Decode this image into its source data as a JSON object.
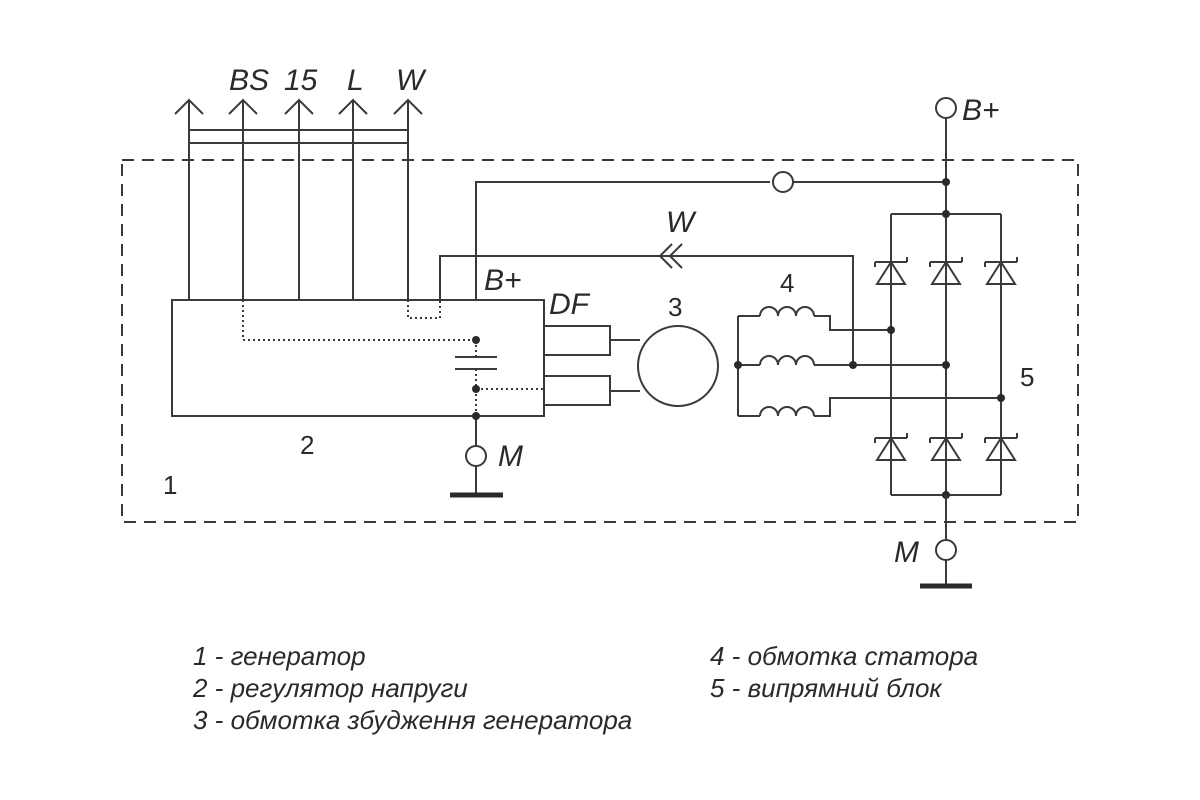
{
  "labels": {
    "bs": "BS",
    "t15": "15",
    "l": "L",
    "w_top": "W",
    "w_mid": "W",
    "bplus_top": "B+",
    "bplus_reg": "B+",
    "df": "DF",
    "m_reg": "M",
    "m_rect": "M"
  },
  "numbers": {
    "n1": "1",
    "n2": "2",
    "n3": "3",
    "n4": "4",
    "n5": "5"
  },
  "legend": {
    "left": [
      "1 - генератор",
      "2 - регулятор напруги",
      "3 - обмотка збудження генератора"
    ],
    "right": [
      "4 - обмотка статора",
      "5 - випрямний блок"
    ]
  }
}
